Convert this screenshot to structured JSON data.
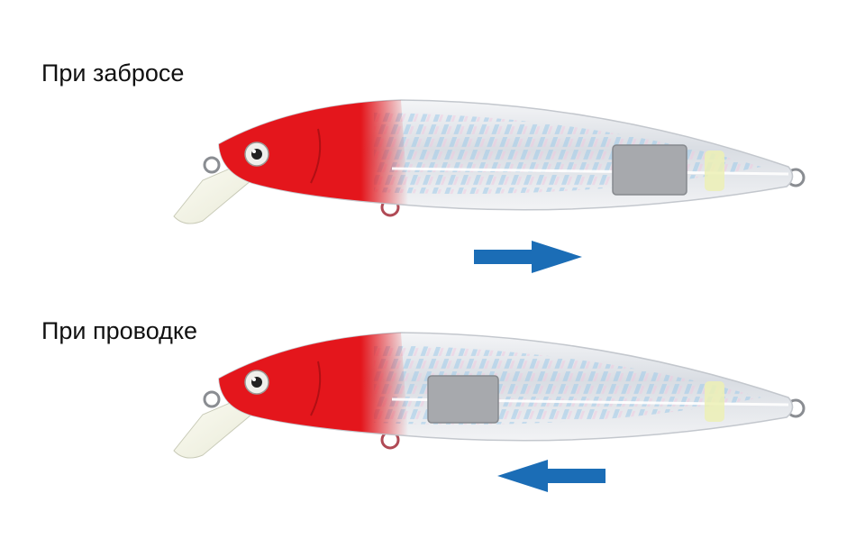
{
  "captions": {
    "cast": "При забросе",
    "retrieve": "При проводке"
  },
  "lures": {
    "cast": {
      "weight_position": "tail"
    },
    "retrieve": {
      "weight_position": "middle"
    }
  },
  "arrows": {
    "cast": "right-arrow-icon",
    "retrieve": "left-arrow-icon"
  },
  "colors": {
    "head_red": "#e4161c",
    "body_silver": "#dfe3e8",
    "weight_gray": "#a7a9ad",
    "arrow_blue": "#1b6db6",
    "text": "#111111"
  }
}
